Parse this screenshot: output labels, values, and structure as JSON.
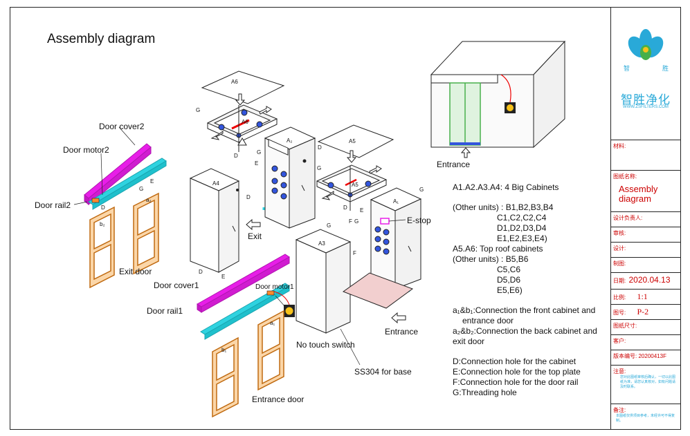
{
  "title": "Assembly diagram",
  "labels": {
    "door_cover2": "Door cover2",
    "door_motor2": "Door motor2",
    "door_rail2": "Door rail2",
    "exit_door": "Exit door",
    "door_cover1": "Door cover1",
    "door_rail1": "Door rail1",
    "door_motor1": "Door motor1",
    "no_touch_switch": "No touch switch",
    "ss304_base": "SS304 for base",
    "entrance_door": "Entrance door",
    "exit": "Exit",
    "entrance_mid": "Entrance",
    "entrance_top": "Entrance",
    "e_stop": "E-stop",
    "a1": "A₁",
    "a2": "A₂",
    "a3": "A3",
    "a4": "A4",
    "a5": "A5",
    "a6": "A6",
    "a5_inner": "A5",
    "a6_inner": "A6",
    "b1": "b₁",
    "b2": "b₂",
    "a1_door": "a₁",
    "a2_door": "a₂",
    "g": "G",
    "d": "D",
    "e": "E",
    "f": "F"
  },
  "legend": {
    "l1": "A1.A2.A3.A4: 4 Big Cabinets",
    "l2": "(Other units) : B1,B2,B3,B4",
    "l3": "C1,C2,C2,C4",
    "l4": "D1,D2,D3,D4",
    "l5": "E1,E2,E3,E4)",
    "l6": "A5.A6: Top roof cabinets",
    "l7": "(Other units) : B5,B6",
    "l8": "C5,C6",
    "l9": "D5,D6",
    "l10": "E5,E6)",
    "l11": "a₁&b₁:Connection the front cabinet and",
    "l12": "entrance door",
    "l13": "a₂&b₂:Connection the back cabinet and",
    "l14": "exit door",
    "l15": "D:Connection hole for the cabinet",
    "l16": "E:Connection hole for the top plate",
    "l17": "F:Connection hole for the door rail",
    "l18": "G:Threading hole"
  },
  "title_block": {
    "logo_left": "智",
    "logo_right": "胜",
    "brand": "智胜净化",
    "website": "WWW.ZSFILTERS.COM",
    "material_label": "材料:",
    "drawing_name_label": "图纸名称:",
    "drawing_name": "Assembly diagram",
    "designer_label": "设计负责人:",
    "review_label": "审核:",
    "design_label": "设计:",
    "draw_label": "制图:",
    "date_label": "日期:",
    "date": "2020.04.13",
    "scale_label": "比例:",
    "scale": "1:1",
    "drawing_no_label": "图号:",
    "drawing_no": "P-2",
    "size_label": "图纸尺寸:",
    "customer_label": "客户:",
    "version_label": "版本编号:",
    "version": "20200413F",
    "notes_label": "注意:",
    "notes_text": "您对此图纸审核后确认，一切以此图纸为准，请您认真核对，如有问题请及时联系。",
    "remark_label": "备注:",
    "remark_text": "本图纸仅供项目参考，未经许可不得复制。"
  },
  "colors": {
    "door_wood": "#e8902c",
    "rail_cyan": "#2fd3e0",
    "cover_magenta": "#e81ee8",
    "button_blue": "#3355dd",
    "brand_blue": "#29a9d8",
    "accent_red": "#cc0000",
    "logo_green": "#47b04a"
  }
}
